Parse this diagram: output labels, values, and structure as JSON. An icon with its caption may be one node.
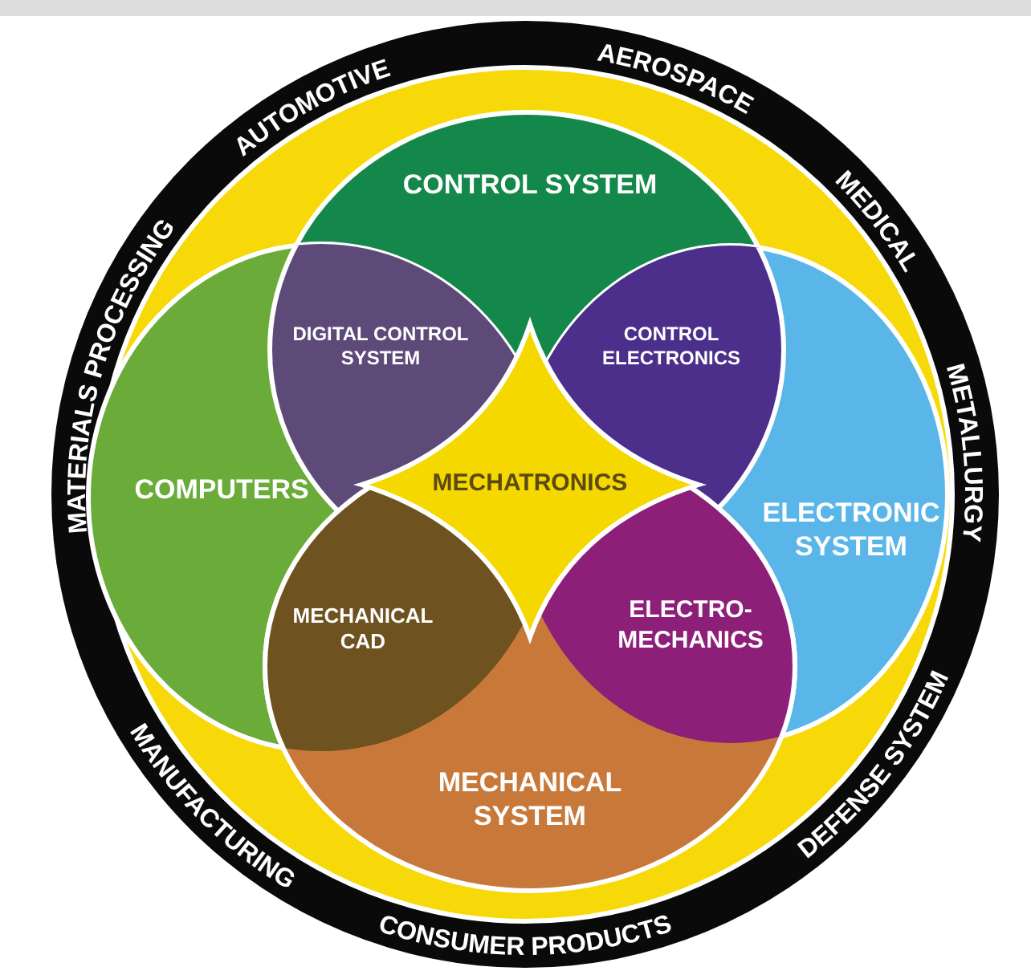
{
  "diagram": {
    "nodes": [
      {
        "text": [
          "CONTROL SYSTEM"
        ]
      },
      {
        "text": [
          "DIGITAL CONTROL SYSTEM"
        ]
      },
      {
        "text": [
          "CONTROL ELECTRONICS"
        ]
      },
      {
        "text": [
          "COMPUTERS"
        ]
      },
      {
        "text": [
          "MECHATRONICS"
        ]
      },
      {
        "text": [
          "ELECTRONIC SYSTEM"
        ]
      },
      {
        "text": [
          "MECHANICAL CAD"
        ]
      },
      {
        "text": [
          "ELECTRO-MECHANICS"
        ]
      },
      {
        "text": [
          "MECHANICAL SYSTEM"
        ]
      }
    ],
    "labels": [
      "MATERIALS PROCESSING",
      "AUTOMOTIVE",
      "AEROSPACE",
      "MEDICAL",
      "METALLURGY",
      "MANUFACTURING",
      "CONSUMER PRODUCTS",
      "DEFENSE SYSTEM"
    ]
  }
}
